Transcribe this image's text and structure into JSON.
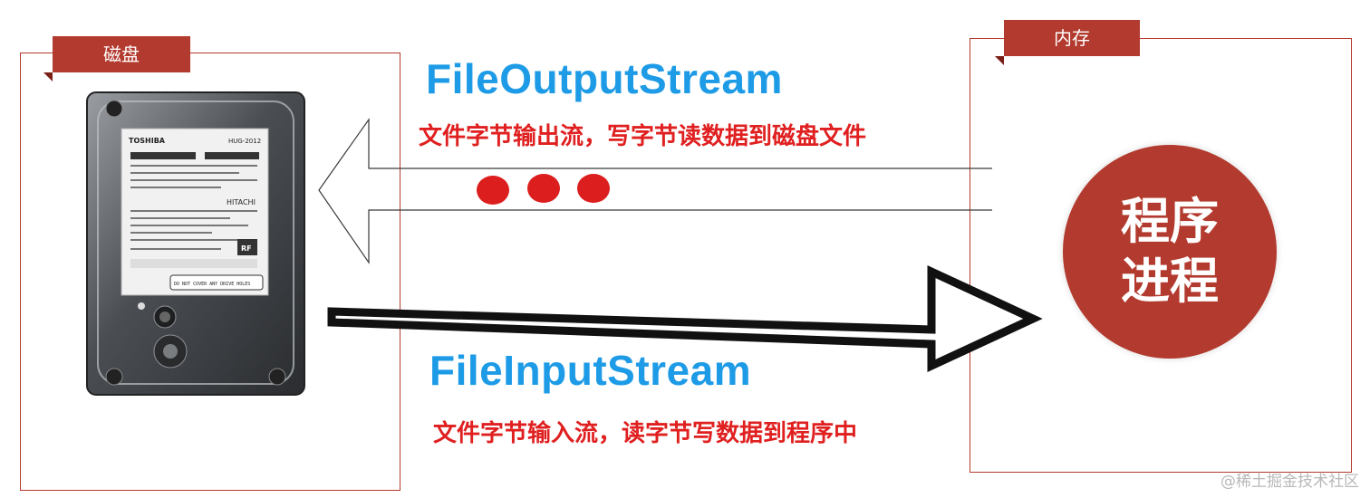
{
  "disk": {
    "label": "磁盘"
  },
  "memory": {
    "label": "内存"
  },
  "process": {
    "line1": "程序",
    "line2": "进程"
  },
  "output_stream": {
    "title": "FileOutputStream",
    "description": "文件字节输出流，写字节读数据到磁盘文件"
  },
  "input_stream": {
    "title": "FileInputStream",
    "description": "文件字节输入流，读字节写数据到程序中"
  },
  "hdd_sticker": {
    "brand": "TOSHIBA",
    "model": "HUG-2012",
    "maker": "HITACHI",
    "badge": "RF",
    "warning": "DO NOT COVER ANY DRIVE HOLES"
  },
  "watermark": "@稀土掘金技术社区",
  "colors": {
    "accent": "#b33a2e",
    "stream_title": "#1e9be6",
    "stream_desc": "#e02020",
    "dots": "#dc1e1e"
  }
}
